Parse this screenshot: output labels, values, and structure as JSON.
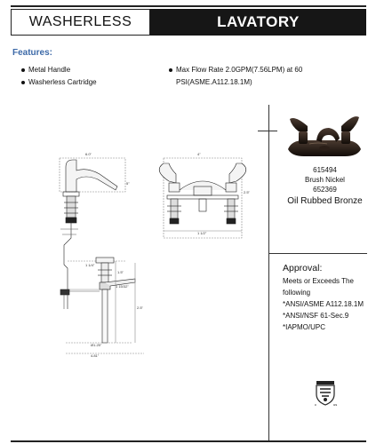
{
  "header": {
    "left_title": "WASHERLESS",
    "right_title": "LAVATORY"
  },
  "features": {
    "title": "Features:",
    "left_items": [
      "Metal Handle",
      "Washerless Cartridge"
    ],
    "right_items": [
      "Max Flow Rate 2.0GPM(7.56LPM) at 60 PSI(ASME.A112.18.1M)"
    ]
  },
  "product": {
    "model_1": "615494",
    "finish_1": "Brush Nickel",
    "model_2": "652369",
    "finish_2": "Oil Rubbed Bronze"
  },
  "approval": {
    "title": "Approval:",
    "lines": [
      "Meets or Exceeds The",
      "following",
      "*ANSI/ASME A112.18.1M",
      "*ANSI/NSF 61-Sec.9",
      "*IAPMO/UPC"
    ]
  },
  "drawing": {
    "dims": [
      "6.0\"",
      "4\"",
      "2.5\"",
      "1 1/2\"",
      "5\"",
      "1 1/4\"",
      "1.5\"",
      "1 15/32\"",
      "2.5\""
    ],
    "bottom_dims": [
      "Ø1.25\"",
      "4.81\""
    ]
  },
  "colors": {
    "header_bg": "#161616",
    "features_blue": "#3d6aa8"
  },
  "icons": [
    "cupc-certification-icon",
    "faucet-photo"
  ]
}
